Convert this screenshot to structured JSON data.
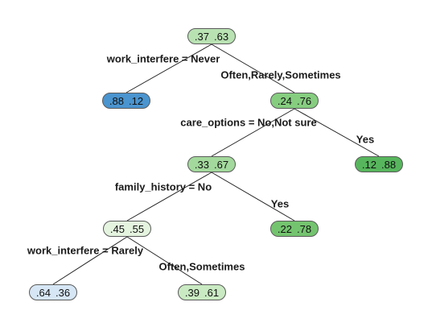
{
  "nodes": [
    {
      "id": "root",
      "left": ".37",
      "right": ".63",
      "fill": "#b9e2b3"
    },
    {
      "id": "leaf-never",
      "left": ".88",
      "right": ".12",
      "fill": "#4a94cf"
    },
    {
      "id": "care",
      "left": ".24",
      "right": ".76",
      "fill": "#86cd80"
    },
    {
      "id": "leaf-care-yes",
      "left": ".12",
      "right": ".88",
      "fill": "#57b65d"
    },
    {
      "id": "family",
      "left": ".33",
      "right": ".67",
      "fill": "#a3d99c"
    },
    {
      "id": "leaf-family-yes",
      "left": ".22",
      "right": ".78",
      "fill": "#74c46f"
    },
    {
      "id": "work2",
      "left": ".45",
      "right": ".55",
      "fill": "#e4f4df"
    },
    {
      "id": "leaf-rarely",
      "left": ".64",
      "right": ".36",
      "fill": "#d6e6f4"
    },
    {
      "id": "leaf-often",
      "left": ".39",
      "right": ".61",
      "fill": "#c9eac2"
    }
  ],
  "edges": [
    [
      "root",
      "leaf-never"
    ],
    [
      "root",
      "care"
    ],
    [
      "care",
      "family"
    ],
    [
      "care",
      "leaf-care-yes"
    ],
    [
      "family",
      "work2"
    ],
    [
      "family",
      "leaf-family-yes"
    ],
    [
      "work2",
      "leaf-rarely"
    ],
    [
      "work2",
      "leaf-often"
    ]
  ],
  "labels": {
    "root_left": "work_interfere = Never",
    "root_right": "Often,Rarely,Sometimes",
    "care_left": "care_options = No,Not sure",
    "care_right": "Yes",
    "family_left": "family_history = No",
    "family_right": "Yes",
    "work2_left": "work_interfere = Rarely",
    "work2_right": "Often,Sometimes"
  }
}
